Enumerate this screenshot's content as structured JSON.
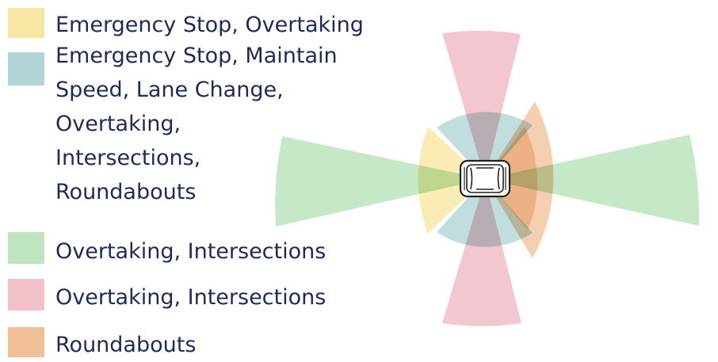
{
  "colors": {
    "yellow": "#f7e7a3",
    "teal": "#b2d6d6",
    "green": "#bfe5c0",
    "pink": "#f2c1ca",
    "orange": "#f0bf96",
    "text": "#1f2a5c",
    "car_outline": "#222222"
  },
  "legend": [
    {
      "key": "yellow",
      "label": "Emergency Stop, Overtaking"
    },
    {
      "key": "teal",
      "label": "Emergency Stop, Maintain\nSpeed, Lane Change,\nOvertaking,\nIntersections,\nRoundabouts"
    },
    {
      "key": "green",
      "label": "Overtaking, Intersections"
    },
    {
      "key": "pink",
      "label": "Overtaking, Intersections"
    },
    {
      "key": "orange",
      "label": "Roundabouts"
    }
  ],
  "diagram": {
    "car_icon": "car-top-view-icon",
    "zones": [
      {
        "name": "long-range-front",
        "color": "green",
        "direction": "right"
      },
      {
        "name": "long-range-rear",
        "color": "green",
        "direction": "left"
      },
      {
        "name": "side-long-left",
        "color": "pink",
        "direction": "up"
      },
      {
        "name": "side-long-right",
        "color": "pink",
        "direction": "down"
      },
      {
        "name": "corner-front-left",
        "color": "teal",
        "direction": "up"
      },
      {
        "name": "corner-rear-right",
        "color": "teal",
        "direction": "down"
      },
      {
        "name": "mid-range-rear",
        "color": "yellow",
        "direction": "left"
      },
      {
        "name": "mid-range-front",
        "color": "orange",
        "direction": "right"
      }
    ]
  }
}
